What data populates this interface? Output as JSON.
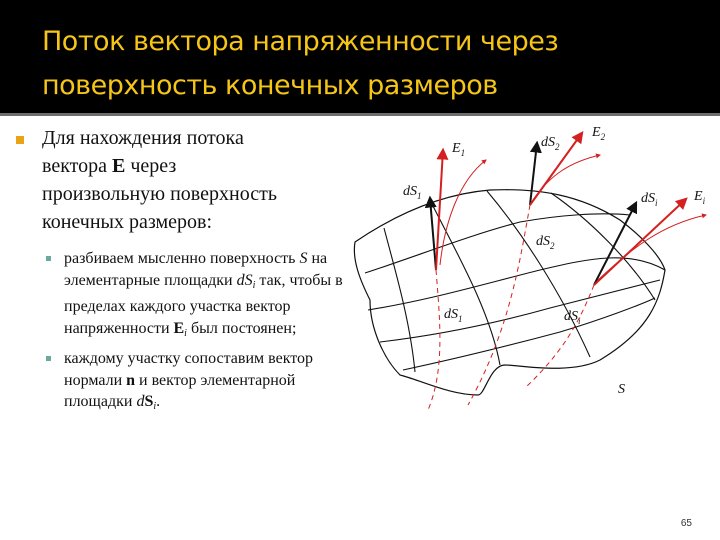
{
  "slide": {
    "title_line1": "Поток вектора напряженности через",
    "title_line2": "поверхность конечных размеров",
    "page_number": "65",
    "colors": {
      "header_bg": "#000000",
      "title_text": "#f5c518",
      "bullet_level1": "#e8a317",
      "bullet_level2": "#6aa8a0",
      "field_vector": "#d42020",
      "normal_vector": "#111111"
    }
  },
  "body": {
    "intro": {
      "line1": "Для нахождения потока",
      "line2_pre": "вектора ",
      "line2_bold": "E",
      "line2_post": " через",
      "line3": "произвольную поверхность",
      "line4": "конечных размеров:"
    },
    "steps": [
      {
        "t1": "разбиваем мысленно поверхность ",
        "S": "S",
        "t2": " на элементарные площадки ",
        "dS": "dS",
        "sub": "i",
        "t3": " так, чтобы в пределах каждого участка вектор напряженности ",
        "E": "E",
        "Esub": "i",
        "t4": " был постоянен;"
      },
      {
        "t1": "каждому участку сопоставим вектор нормали ",
        "n": "n",
        "t2": " и вектор элементарной площадки ",
        "d": "d",
        "S": "S",
        "sub": "i",
        "t3": "."
      }
    ]
  },
  "diagram": {
    "labels": {
      "E1": "E",
      "E1_sub": "1",
      "dS1_vec": "dS",
      "dS1_vec_sub": "1",
      "dS2_vec": "dS",
      "dS2_vec_sub": "2",
      "E2": "E",
      "E2_sub": "2",
      "dSi_vec": "dS",
      "dSi_vec_sub": "i",
      "Ei": "E",
      "Ei_sub": "i",
      "dS1_patch": "dS",
      "dS1_patch_sub": "1",
      "dS2_patch": "dS",
      "dS2_patch_sub": "2",
      "dSi_patch": "dS",
      "dSi_patch_sub": "i",
      "surface": "S"
    }
  }
}
